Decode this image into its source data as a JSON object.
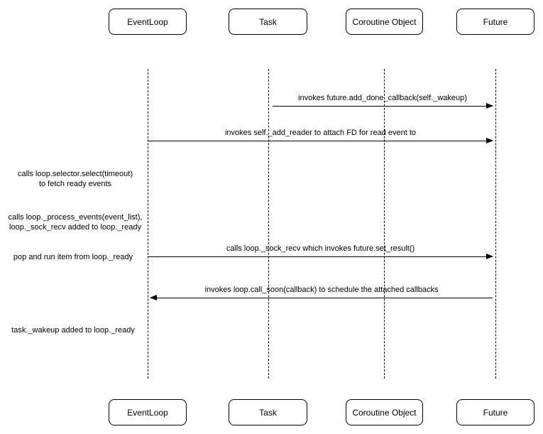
{
  "diagram": {
    "title": "asyncio event loop sequence diagram",
    "colors": {
      "line": "#000000",
      "background": "#ffffff"
    },
    "actors": [
      {
        "label": "EventLoop"
      },
      {
        "label": "Task"
      },
      {
        "label": "Coroutine Object"
      },
      {
        "label": "Future"
      }
    ],
    "messages": [
      {
        "label": "invokes future.add_done_callback(self._wakeup)",
        "from": "Task",
        "to": "Future",
        "direction": "right"
      },
      {
        "label": "invokes self._add_reader to attach FD for read event to",
        "from": "EventLoop",
        "to": "Future",
        "direction": "right"
      },
      {
        "label": "calls loop._sock_recv which invokes future.set_result()",
        "from": "EventLoop",
        "to": "Future",
        "direction": "right"
      },
      {
        "label": "invokes loop.call_soon(callback) to schedule the attached callbacks",
        "from": "Future",
        "to": "EventLoop",
        "direction": "left"
      }
    ],
    "notes": [
      {
        "lines": [
          "calls loop.selector.select(timeout)",
          "to fetch ready events"
        ]
      },
      {
        "lines": [
          "calls loop._process_events(event_list),",
          "loop._sock_recv added to loop._ready"
        ]
      },
      {
        "lines": [
          "pop and run item from loop._ready"
        ]
      },
      {
        "lines": [
          "task._wakeup added to loop._ready"
        ]
      }
    ]
  }
}
